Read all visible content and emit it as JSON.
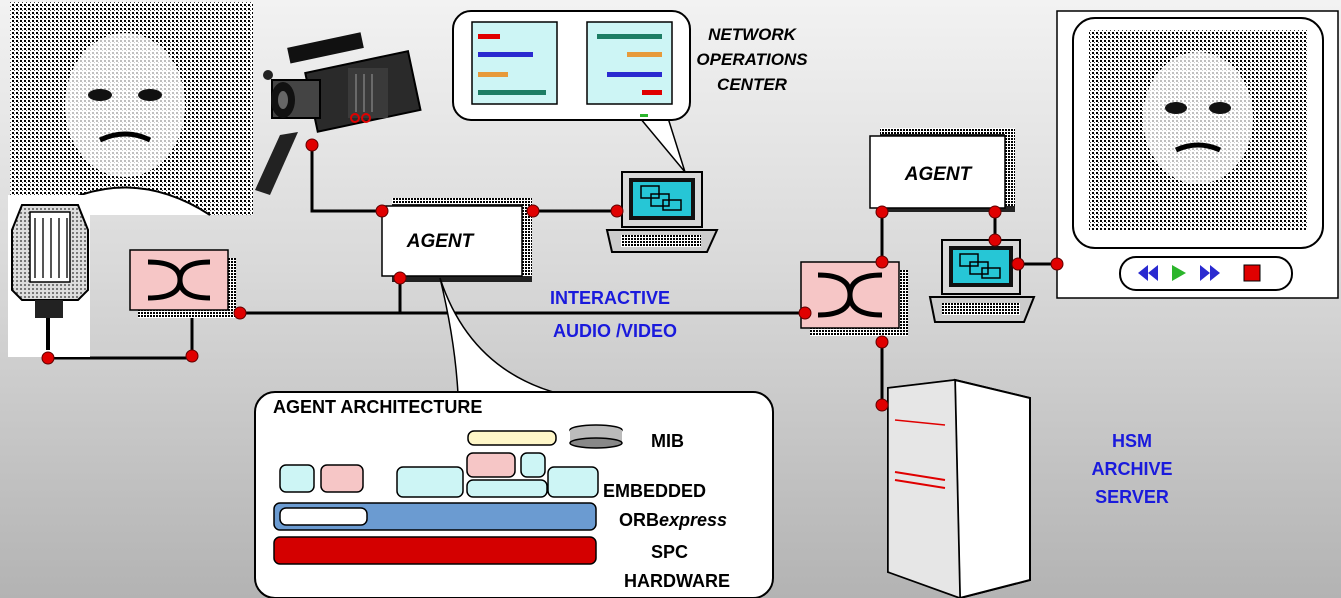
{
  "noc": {
    "line1": "NETWORK",
    "line2": "OPERATIONS",
    "line3": "CENTER"
  },
  "agent_left": {
    "label": "AGENT"
  },
  "agent_right": {
    "label": "AGENT"
  },
  "interactive": {
    "line1": "INTERACTIVE",
    "line2": "AUDIO /VIDEO"
  },
  "hsm": {
    "line1": "HSM",
    "line2": "ARCHIVE",
    "line3": "SERVER"
  },
  "arch": {
    "title": "AGENT ARCHITECTURE",
    "mib": "MIB",
    "embedded": "EMBEDDED",
    "orb_prefix": "ORB",
    "orb_suffix": "express",
    "spc": "SPC",
    "hardware": "HARDWARE"
  },
  "colors": {
    "node_red": "#e00000",
    "switch_pink": "#f6c6c6",
    "blue_label": "#1a1adc",
    "orb_blue": "#6b9bd1",
    "spc_red": "#d40000"
  },
  "icons": [
    "portrait-image",
    "microphone-icon",
    "video-camera-icon",
    "switch-icon",
    "computer-terminal-icon",
    "server-tower-icon",
    "media-player-icon"
  ]
}
